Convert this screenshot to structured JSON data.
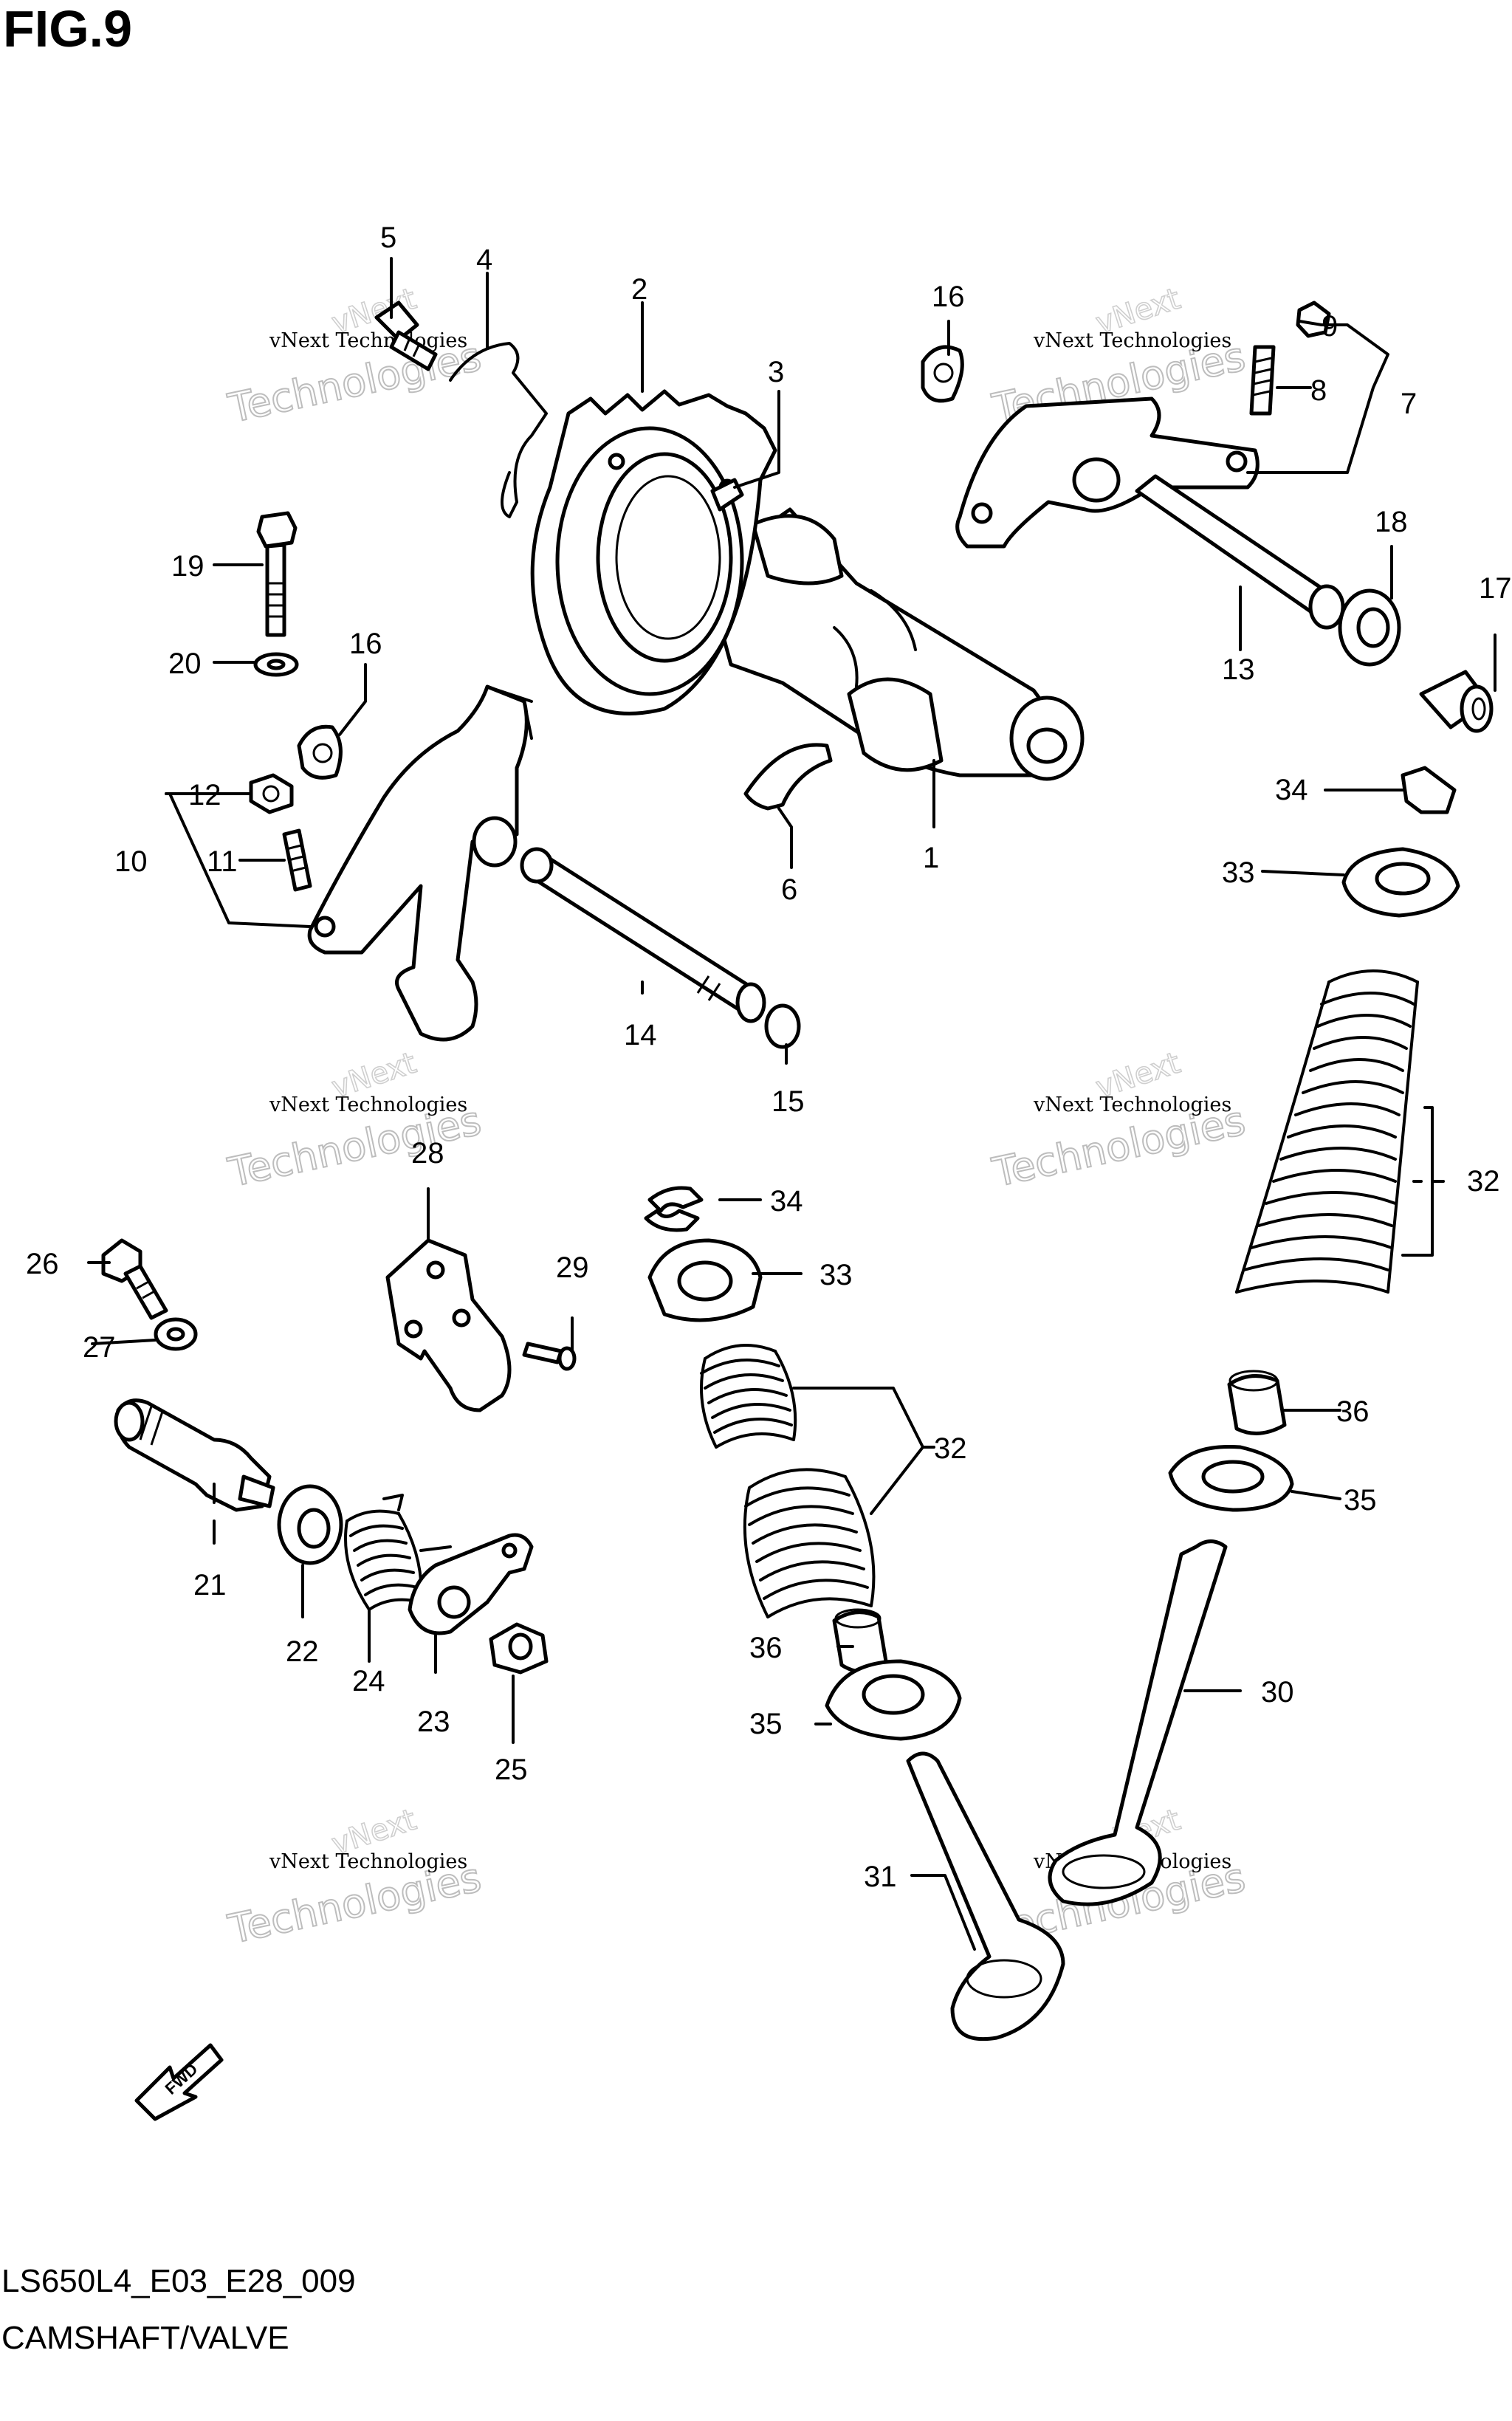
{
  "figure": {
    "title": "FIG.9",
    "code": "LS650L4_E03_E28_009",
    "name": "CAMSHAFT/VALVE",
    "fwd_label": "FWD"
  },
  "watermark": {
    "line1": "vNext Technologies",
    "line2": "Technologies",
    "line3": "vNext"
  },
  "callouts": [
    "1",
    "2",
    "3",
    "4",
    "5",
    "6",
    "7",
    "8",
    "9",
    "10",
    "11",
    "12",
    "13",
    "14",
    "15",
    "16",
    "17",
    "18",
    "19",
    "20",
    "21",
    "22",
    "23",
    "24",
    "25",
    "26",
    "27",
    "28",
    "29",
    "30",
    "31",
    "32",
    "33",
    "34",
    "35",
    "36"
  ]
}
